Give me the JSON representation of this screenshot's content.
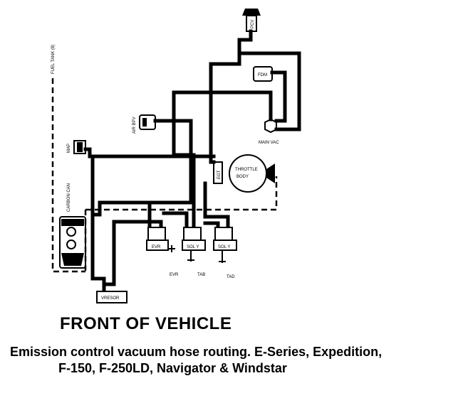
{
  "labels": {
    "fuel_tank": "FUEL TANK (8)",
    "carbon_can": "CARBON CAN",
    "map": "MAP",
    "air_bpv": "AIR BPV",
    "pcv": "PCV",
    "fdm": "FDM",
    "main_vac": "MAIN VAC",
    "throttle_body_line1": "THROTTLE",
    "throttle_body_line2": "BODY",
    "egt": "EGT",
    "evr_box": "EVR",
    "sol_y_1": "SOL Y",
    "sol_y_2": "SOL Y",
    "evr": "EVR",
    "tab": "TAB",
    "tad": "TAD",
    "vresor": "VRESOR"
  },
  "front_label": "FRONT OF VEHICLE",
  "caption": {
    "line1": "Emission control vacuum hose routing. E-Series, Expedition,",
    "line2": "F-150, F-250LD, Navigator & Windstar"
  }
}
